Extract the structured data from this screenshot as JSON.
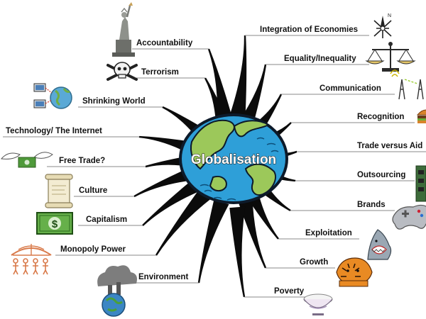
{
  "center": {
    "title": "Globalisation"
  },
  "branches": {
    "left": [
      {
        "id": "accountability",
        "label": "Accountability",
        "icon": "statue-of-liberty-icon"
      },
      {
        "id": "terrorism",
        "label": "Terrorism",
        "icon": "skull-crossbones-icon"
      },
      {
        "id": "shrinking-world",
        "label": "Shrinking World",
        "icon": "networked-computers-globe-icon"
      },
      {
        "id": "technology",
        "label": "Technology/ The Internet",
        "icon": ""
      },
      {
        "id": "free-trade",
        "label": "Free Trade?",
        "icon": "flying-money-icon"
      },
      {
        "id": "culture",
        "label": "Culture",
        "icon": "scroll-icon"
      },
      {
        "id": "capitalism",
        "label": "Capitalism",
        "icon": "dollar-bill-icon"
      },
      {
        "id": "monopoly-power",
        "label": "Monopoly Power",
        "icon": "people-under-globe-icon"
      },
      {
        "id": "environment",
        "label": "Environment",
        "icon": "polluted-earth-icon"
      }
    ],
    "right": [
      {
        "id": "integration",
        "label": "Integration of Economies",
        "icon": "compass-rose-icon"
      },
      {
        "id": "equality",
        "label": "Equality/Inequality",
        "icon": "balance-scale-icon"
      },
      {
        "id": "communication",
        "label": "Communication",
        "icon": "radio-towers-icon"
      },
      {
        "id": "recognition",
        "label": "Recognition",
        "icon": "burger-icon"
      },
      {
        "id": "trade-vs-aid",
        "label": "Trade versus Aid",
        "icon": ""
      },
      {
        "id": "outsourcing",
        "label": "Outsourcing",
        "icon": "circuit-board-icon"
      },
      {
        "id": "brands",
        "label": "Brands",
        "icon": "game-controller-icon"
      },
      {
        "id": "exploitation",
        "label": "Exploitation",
        "icon": "shark-icon"
      },
      {
        "id": "growth",
        "label": "Growth",
        "icon": "tiger-icon"
      },
      {
        "id": "poverty",
        "label": "Poverty",
        "icon": "rice-bowl-icon"
      }
    ]
  },
  "colors": {
    "branch": "#0b0b0b",
    "line": "#8a8a8a",
    "ocean": "#2e9fd8",
    "land": "#9cc85a",
    "globe_outline": "#0d1a2a"
  }
}
